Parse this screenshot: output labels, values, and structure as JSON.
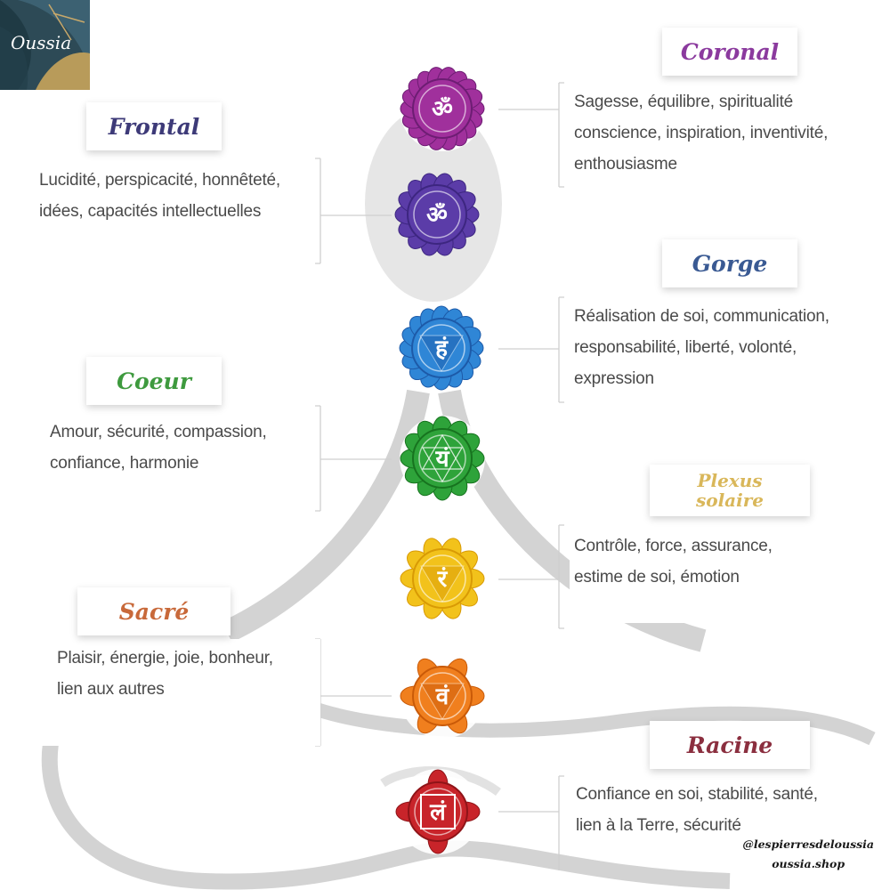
{
  "brand": {
    "name": "Oussia"
  },
  "credits": {
    "instagram": "@lespierresdeloussia",
    "website": "oussia.shop"
  },
  "chakras": [
    {
      "id": "coronal",
      "title": "Coronal",
      "title_color": "#8b3a9e",
      "color": "#a0309c",
      "dark": "#6d1d73",
      "symbol": "ॐ",
      "lines": [
        "Sagesse, équilibre, spiritualité",
        "conscience, inspiration, inventivité,",
        "enthousiasme"
      ]
    },
    {
      "id": "frontal",
      "title": "Frontal",
      "title_color": "#3d3a78",
      "color": "#5b3ca8",
      "dark": "#3d2680",
      "symbol": "ॐ",
      "lines": [
        "Lucidité, perspicacité, honnêteté,",
        "idées, capacités intellectuelles"
      ]
    },
    {
      "id": "gorge",
      "title": "Gorge",
      "title_color": "#3a5a93",
      "color": "#2f86d6",
      "dark": "#1d5aa8",
      "symbol": "हं",
      "lines": [
        "Réalisation de soi, communication,",
        "responsabilité, liberté, volonté,",
        "expression"
      ]
    },
    {
      "id": "coeur",
      "title": "Coeur",
      "title_color": "#3e9a3e",
      "color": "#2ea33a",
      "dark": "#17731f",
      "symbol": "यं",
      "lines": [
        "Amour, sécurité, compassion,",
        "confiance, harmonie"
      ]
    },
    {
      "id": "plexus",
      "title": "Plexus\nsolaire",
      "title_color": "#d9b75a",
      "color": "#f2c21b",
      "dark": "#d89a05",
      "symbol": "रं",
      "lines": [
        "Contrôle, force, assurance,",
        "estime de soi, émotion"
      ]
    },
    {
      "id": "sacre",
      "title": "Sacré",
      "title_color": "#c8693a",
      "color": "#f07f1e",
      "dark": "#c95a08",
      "symbol": "वं",
      "lines": [
        "Plaisir, énergie, joie, bonheur,",
        "lien aux autres"
      ]
    },
    {
      "id": "racine",
      "title": "Racine",
      "title_color": "#8b2f3f",
      "color": "#c8242a",
      "dark": "#8f1418",
      "symbol": "लं",
      "lines": [
        "Confiance en soi, stabilité, santé,",
        "lien à la Terre, sécurité"
      ]
    }
  ]
}
